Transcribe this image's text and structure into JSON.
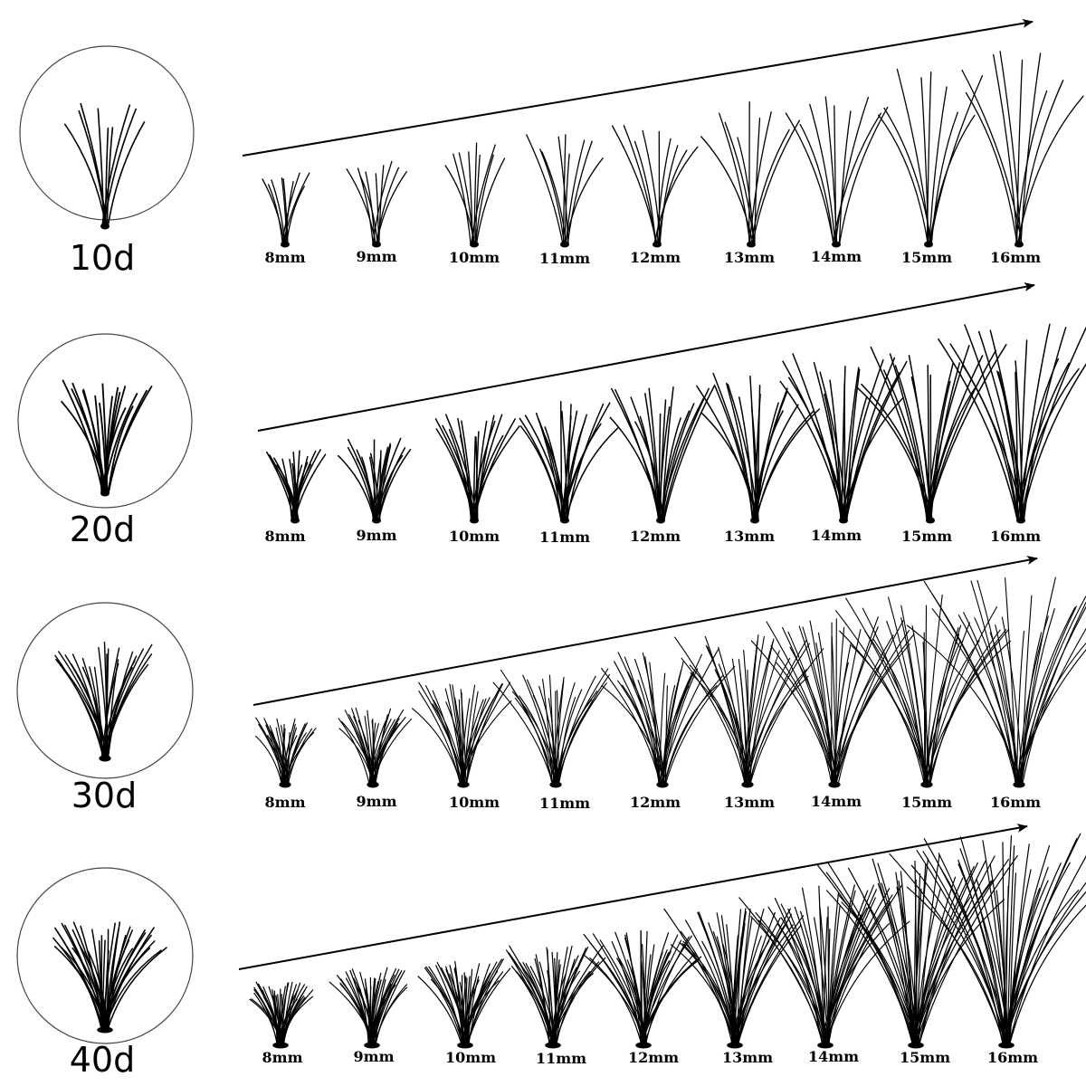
{
  "colors": {
    "background": "#ffffff",
    "ink": "#000000",
    "circle_stroke": "#444444"
  },
  "rows": [
    {
      "density": "10d",
      "lash_fibers": 10,
      "sizes": [
        "8mm",
        "9mm",
        "10mm",
        "11mm",
        "12mm",
        "13mm",
        "14mm",
        "15mm",
        "16mm"
      ]
    },
    {
      "density": "20d",
      "lash_fibers": 20,
      "sizes": [
        "8mm",
        "9mm",
        "10mm",
        "11mm",
        "12mm",
        "13mm",
        "14mm",
        "15mm",
        "16mm"
      ]
    },
    {
      "density": "30d",
      "lash_fibers": 30,
      "sizes": [
        "8mm",
        "9mm",
        "10mm",
        "11mm",
        "12mm",
        "13mm",
        "14mm",
        "15mm",
        "16mm"
      ]
    },
    {
      "density": "40d",
      "lash_fibers": 40,
      "sizes": [
        "8mm",
        "9mm",
        "10mm",
        "11mm",
        "12mm",
        "13mm",
        "14mm",
        "15mm",
        "16mm"
      ]
    }
  ]
}
